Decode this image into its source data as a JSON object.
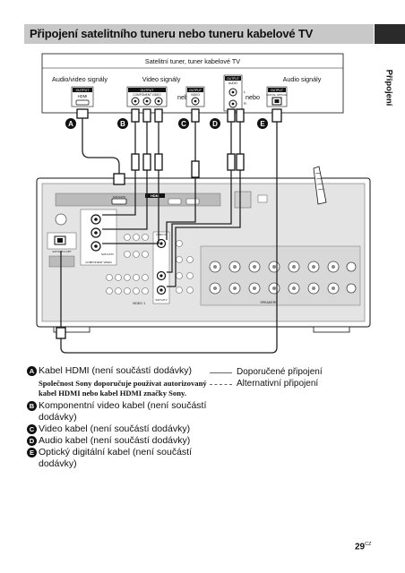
{
  "page": {
    "title": "Připojení satelitního tuneru nebo tuneru kabelové TV",
    "side_tab_label": "Připojení",
    "page_number": "29",
    "page_suffix": "CZ"
  },
  "diagram": {
    "source_box_label": "Satelitní tuner, tuner kabelové TV",
    "label_audio_video": "Audio/video signály",
    "label_video": "Video signály",
    "label_audio": "Audio signály",
    "nebo_1": "nebo",
    "nebo_2": "nebo",
    "source_jacks": {
      "hdmi_output": "OUTPUT",
      "hdmi_name": "HDMI",
      "component_output": "OUTPUT",
      "component_name": "COMPONENT VIDEO",
      "component_y": "Y",
      "component_pb": "PB/CB",
      "component_pr": "PR/CR",
      "composite_output": "OUTPUT",
      "composite_name": "VIDEO",
      "audio_output": "OUTPUT",
      "audio_name": "AUDIO",
      "audio_l": "L",
      "audio_r": "R",
      "optical_output": "OUTPUT",
      "optical_name": "DIGITAL OPTICAL"
    },
    "cable_letters": [
      "A",
      "B",
      "C",
      "D",
      "E"
    ],
    "receiver_labels": {
      "hdmi_bar": "HDMI",
      "hdmi_in": "SAT/CATV",
      "component_in": "COMPONENT VIDEO",
      "component_sub": "SAT/CATV",
      "optical_in": "SAT/CATV OPT",
      "video_in": "VIDEO IN",
      "sat_label": "SAT/CATV",
      "bottom_section": "VIDEO 1",
      "speakers": "SPEAKERS"
    }
  },
  "legend": {
    "items": [
      {
        "letter": "A",
        "text": "Kabel HDMI (není součástí dodávky)"
      },
      {
        "letter": "B",
        "text": "Komponentní video kabel (není součástí dodávky)"
      },
      {
        "letter": "C",
        "text": "Video kabel (není součástí dodávky)"
      },
      {
        "letter": "D",
        "text": "Audio kabel (není součástí dodávky)"
      },
      {
        "letter": "E",
        "text": "Optický digitální kabel (není součástí dodávky)"
      }
    ],
    "note": "Společnost Sony doporučuje používat autorizovaný kabel HDMI nebo kabel HDMI značky Sony.",
    "key_recommended": "Doporučené připojení",
    "key_alternative": "Alternativní připojení"
  },
  "colors": {
    "title_bar": "#c8c8c8",
    "side_tab": "#2a2a2a",
    "cable": "#222222",
    "dashed": "#666666",
    "panel": "#d6d6d6"
  }
}
